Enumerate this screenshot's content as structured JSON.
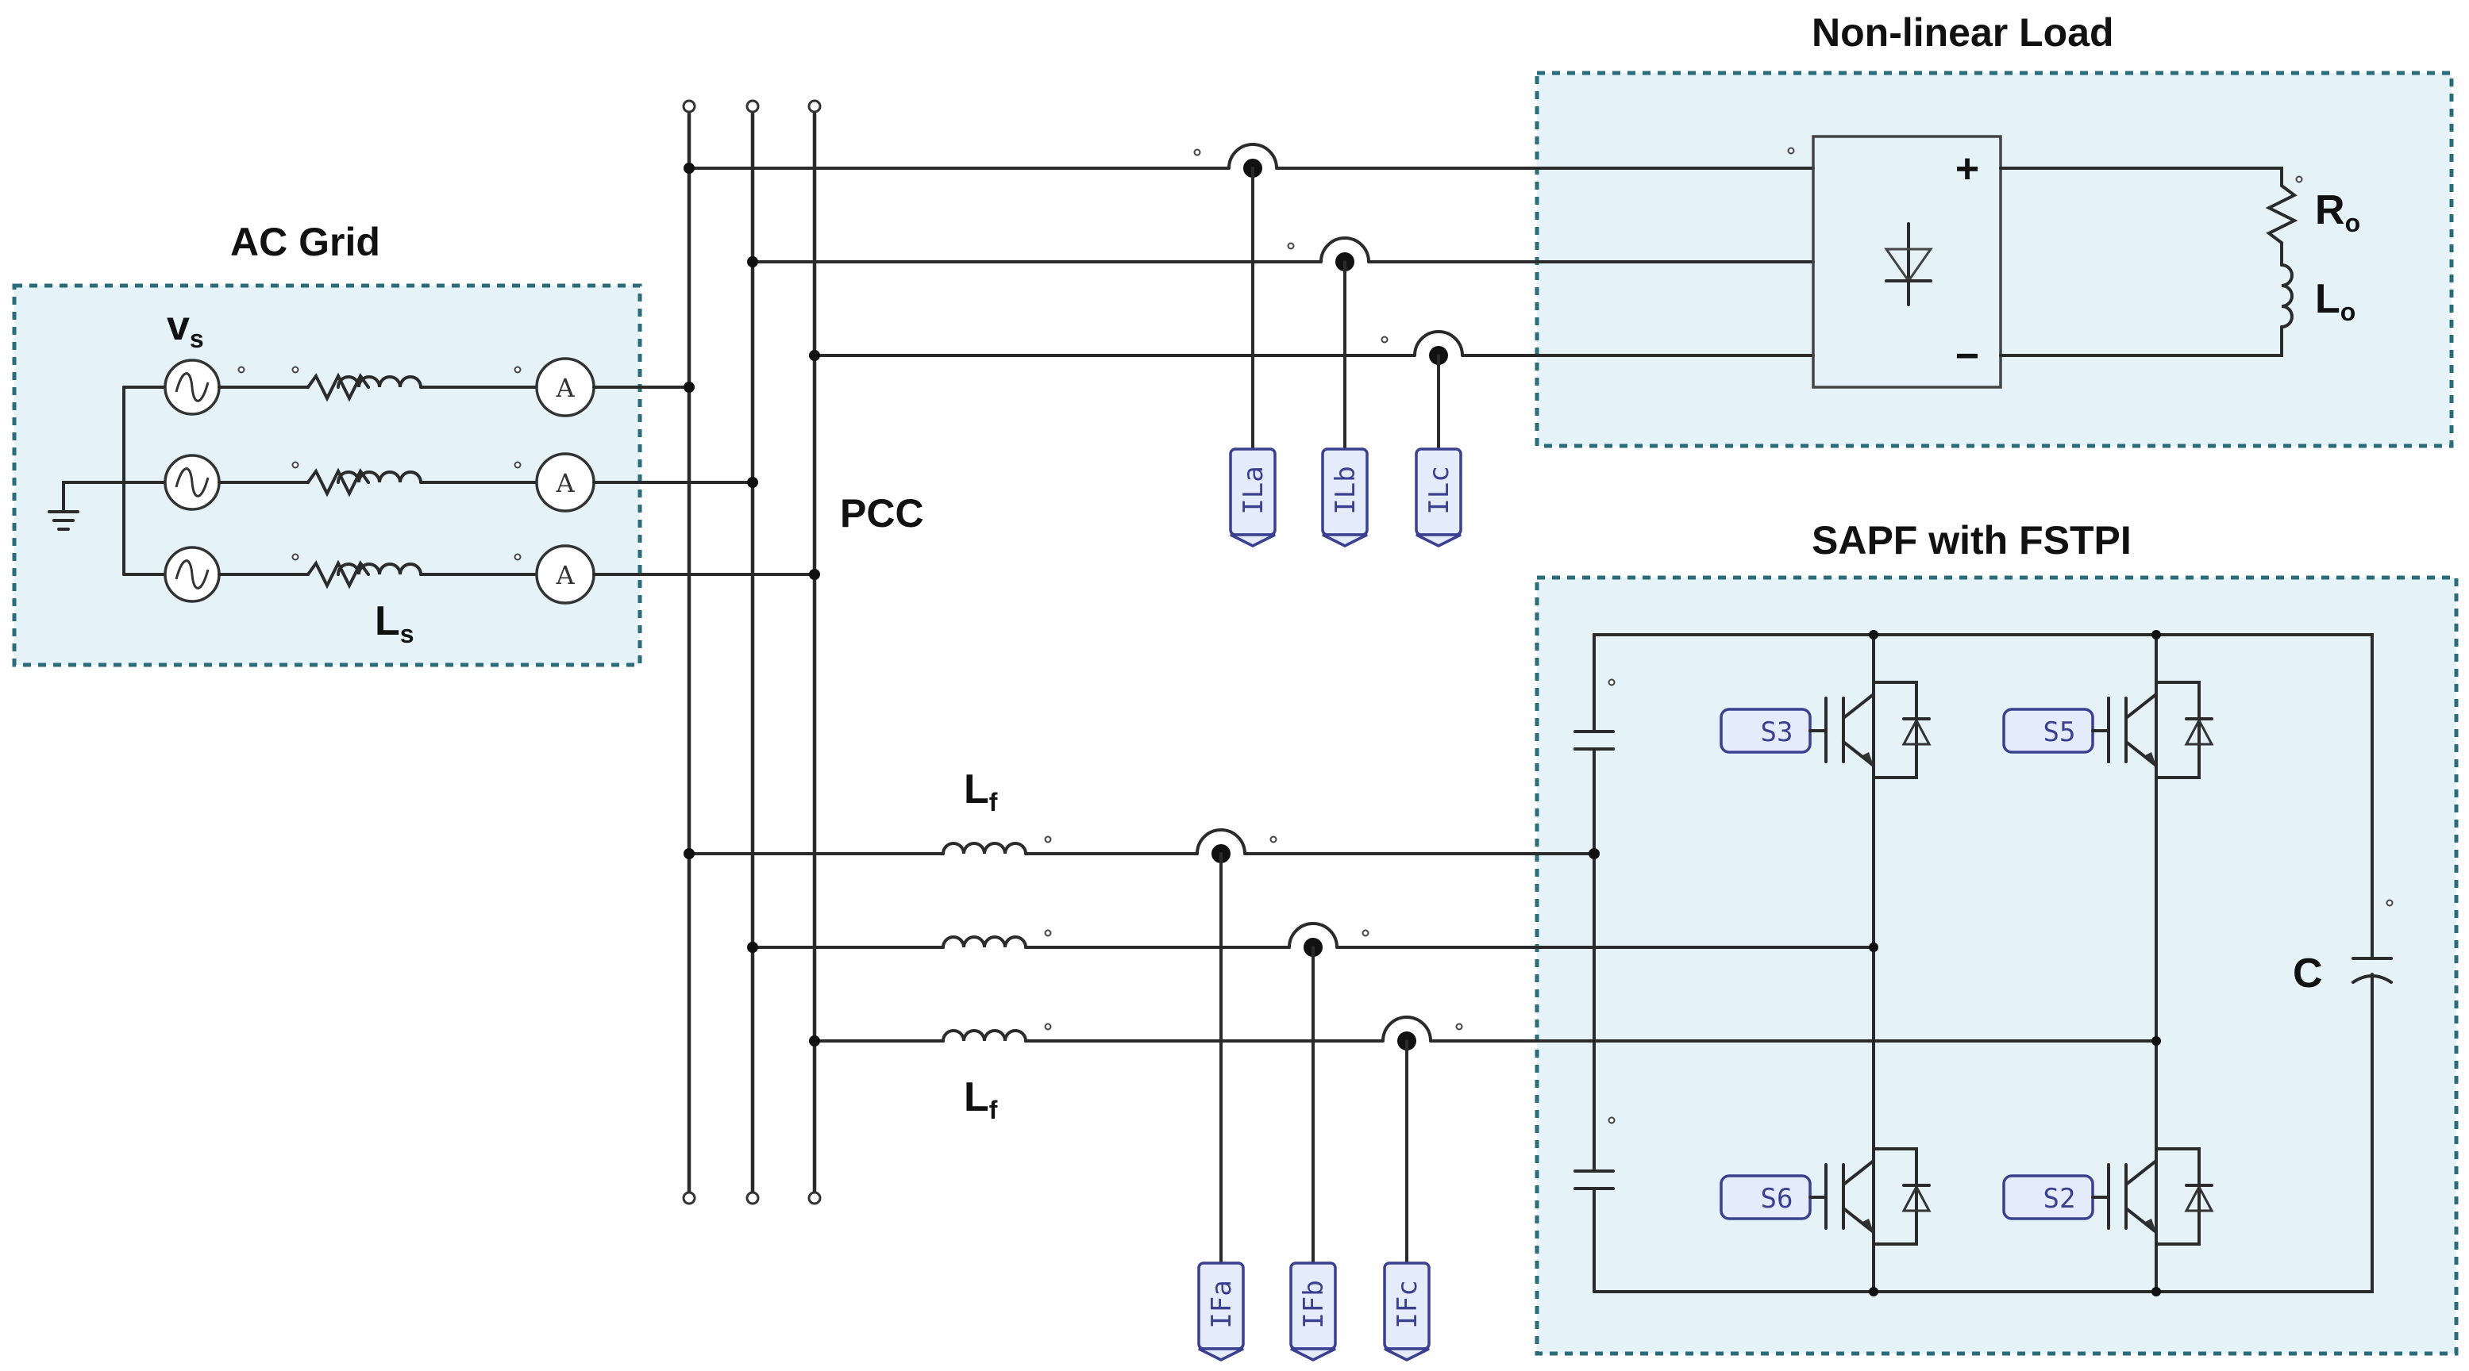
{
  "titles": {
    "ac_grid": "AC Grid",
    "non_linear_load": "Non-linear Load",
    "sapf": "SAPF with FSTPI",
    "pcc": "PCC"
  },
  "symbols": {
    "vs": {
      "main": "v",
      "sub": "s"
    },
    "ls": {
      "main": "L",
      "sub": "s"
    },
    "lf_top": {
      "main": "L",
      "sub": "f"
    },
    "lf_bottom": {
      "main": "L",
      "sub": "f"
    },
    "ro": {
      "main": "R",
      "sub": "o"
    },
    "lo": {
      "main": "L",
      "sub": "o"
    },
    "c": "C",
    "plus": "+",
    "minus": "−"
  },
  "ammeter_label": "A",
  "load_current_probes": [
    "ILa",
    "ILb",
    "ILc"
  ],
  "filter_current_probes": [
    "IFa",
    "IFb",
    "IFc"
  ],
  "switches": [
    "S3",
    "S5",
    "S6",
    "S2"
  ],
  "colors": {
    "box_fill": "#e5f3f9",
    "box_border": "#2a6c7a",
    "wire": "#2b2b2b",
    "probe": "#3a3f8f"
  }
}
